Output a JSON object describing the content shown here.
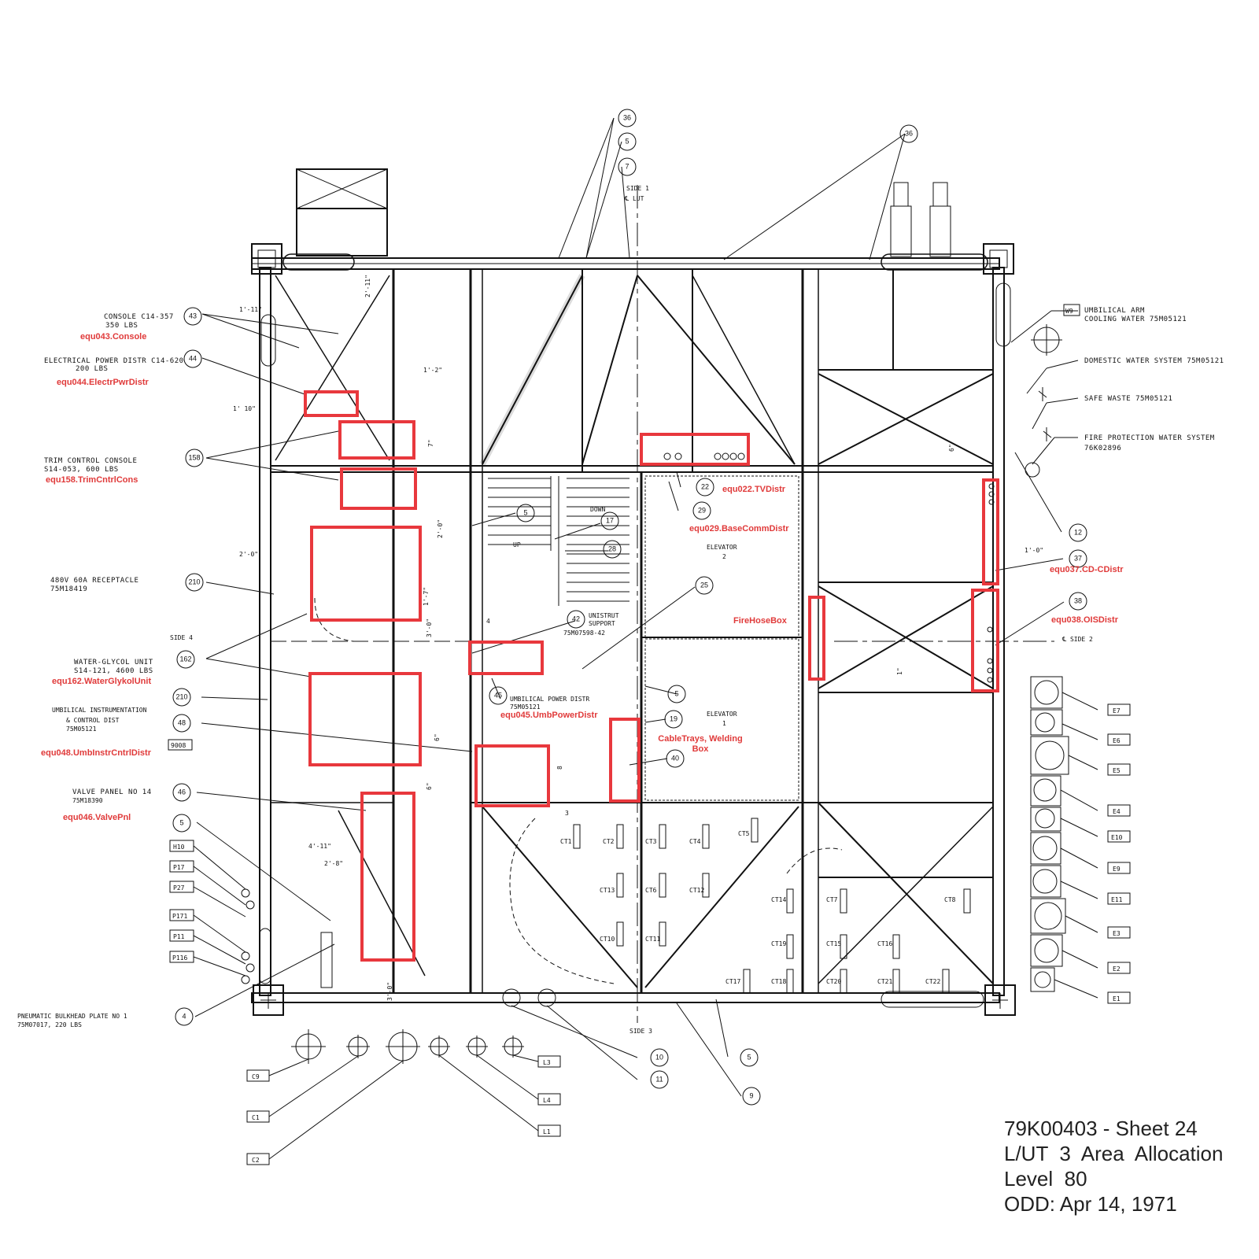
{
  "sheet": {
    "number": "79K00403 - Sheet 24",
    "title": "L/UT  3  Area  Allocation",
    "level": "Level  80",
    "odd": "ODD: Apr 14, 1971"
  },
  "side_labels": {
    "side1": "SIDE 1",
    "side1_cl": "℄ LUT",
    "side2": "℄ SIDE 2",
    "side3": "SIDE 3",
    "side4": "SIDE 4"
  },
  "callouts_left": {
    "console_1": "CONSOLE C14-357",
    "console_2": "350 LBS",
    "elec_1": "ELECTRICAL POWER DISTR C14-620",
    "elec_2": "200 LBS",
    "trim_1": "TRIM  CONTROL  CONSOLE",
    "trim_2": "S14-053, 600 LBS",
    "recept_1": "480V 60A  RECEPTACLE",
    "recept_2": "75M18419",
    "wgu_1": "WATER-GLYCOL UNIT",
    "wgu_2": "S14-121, 4600 LBS",
    "umb_1": "UMBILICAL INSTRUMENTATION",
    "umb_2": "& CONTROL DIST",
    "umb_3": "75M05121",
    "valve_1": "VALVE PANEL NO 14",
    "valve_2": "75M18390",
    "pneu_1": "PNEUMATIC BULKHEAD PLATE NO 1",
    "pneu_2": "75M07017,   220 LBS",
    "tag_9008": "9008"
  },
  "callouts_right": {
    "w9": "W9",
    "umb_arm_1": "UMBILICAL ARM",
    "umb_arm_2": "COOLING WATER 75M05121",
    "domestic": "DOMESTIC WATER SYSTEM 75M05121",
    "safe_waste": "SAFE WASTE 75M05121",
    "fire_1": "FIRE PROTECTION WATER SYSTEM",
    "fire_2": "76K02896"
  },
  "interior_labels": {
    "elevator2_a": "ELEVATOR",
    "elevator2_b": "2",
    "elevator1_a": "ELEVATOR",
    "elevator1_b": "1",
    "down": "DOWN",
    "up": "UP",
    "unistrut_1": "UNISTRUT",
    "unistrut_2": "SUPPORT",
    "unistrut_3": "75M07598-42",
    "umbpwr_1": "UMBILICAL POWER DISTR",
    "umbpwr_2": "75M05121"
  },
  "dimensions": {
    "d1": "1'-11\"",
    "d2": "2'-11\"",
    "d3": "1'-2\"",
    "d4": "1' 10\"",
    "d5": "7\"",
    "d6": "2'-0\"",
    "d7": "2'-0\"",
    "d8": "1'-7\"",
    "d9": "3'-0\"",
    "d10": "4",
    "d11": "6\"",
    "d12": "6\"",
    "d13": "8",
    "d14": "4'-11\"",
    "d15": "2'-8\"",
    "d16": "3'-0\"",
    "d17": "1'-0\"",
    "d18": "3",
    "d19": "6\"",
    "d20": "1\""
  },
  "bubbles": [
    "36",
    "5",
    "7",
    "36",
    "43",
    "44",
    "158",
    "210",
    "162",
    "210",
    "48",
    "46",
    "5",
    "4",
    "5",
    "17",
    "28",
    "42",
    "25",
    "45",
    "5",
    "19",
    "40",
    "22",
    "29",
    "12",
    "37",
    "38",
    "10",
    "11",
    "5",
    "9"
  ],
  "e_tags": [
    "E7",
    "E6",
    "E5",
    "E4",
    "E10",
    "E9",
    "E11",
    "E3",
    "E2",
    "E1"
  ],
  "p_tags": [
    "H10",
    "P17",
    "P27",
    "P171",
    "P11",
    "P116"
  ],
  "bottom_tags": [
    "C9",
    "C1",
    "C2",
    "L3",
    "L4",
    "L1"
  ],
  "ct_labels": [
    "CT1",
    "CT2",
    "CT3",
    "CT4",
    "CT5",
    "CT13",
    "CT6",
    "CT12",
    "CT10",
    "CT11",
    "CT14",
    "CT7",
    "CT8",
    "CT19",
    "CT15",
    "CT16",
    "CT17",
    "CT18",
    "CT20",
    "CT21",
    "CT22"
  ],
  "annotations": {
    "equ043": "equ043.Console",
    "equ044": "equ044.ElectrPwrDistr",
    "equ158": "equ158.TrimCntrlCons",
    "equ162": "equ162.WaterGlykolUnit",
    "equ048": "equ048.UmbInstrCntrlDistr",
    "equ046": "equ046.ValvePnl",
    "equ045": "equ045.UmbPowerDistr",
    "equ022": "equ022.TVDistr",
    "equ029": "equ029.BaseCommDistr",
    "equ037": "equ037.CD-CDistr",
    "equ038": "equ038.OISDistr",
    "firehose": "FireHoseBox",
    "cable_1": "CableTrays, Welding",
    "cable_2": "Box"
  },
  "colors": {
    "highlight": "#e8383d",
    "annotation_text": "#e03a3a",
    "linework": "#111111"
  }
}
